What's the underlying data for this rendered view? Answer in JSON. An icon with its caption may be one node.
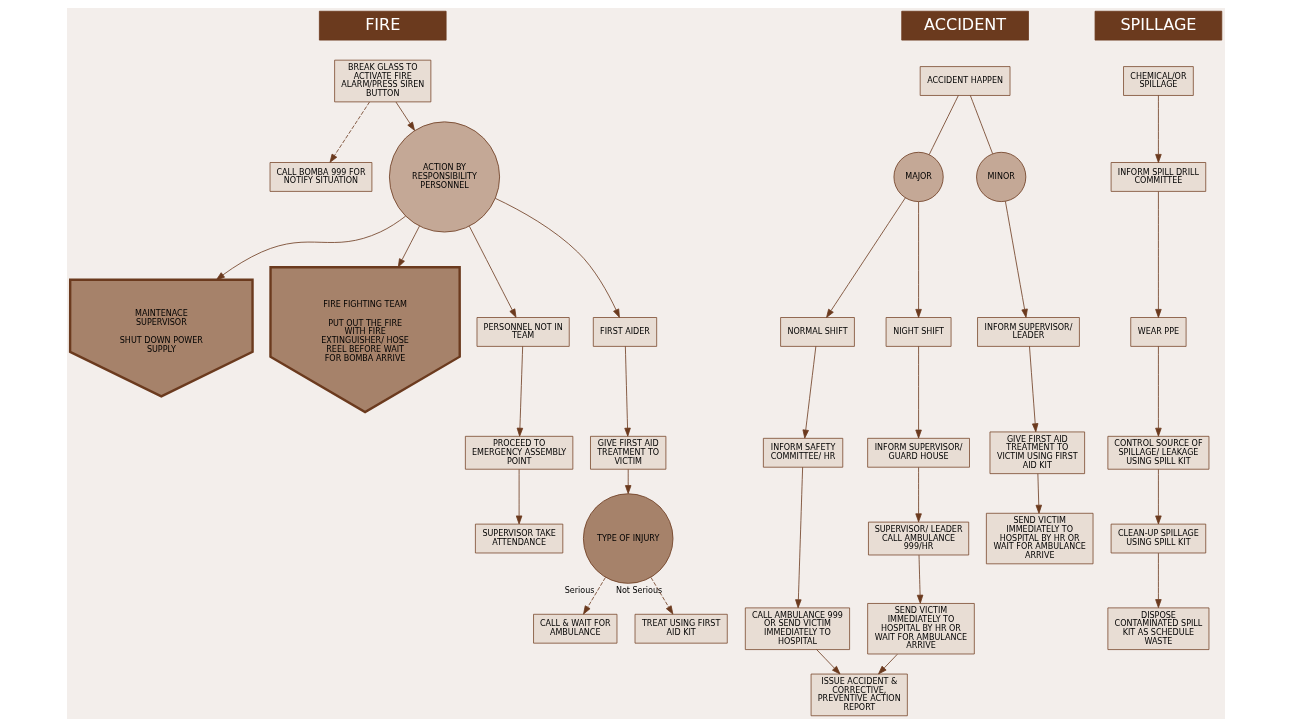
{
  "diagram": {
    "nodes": [
      {
        "text": [
          "FIRE"
        ]
      },
      {
        "text": [
          "BREAK GLASS TO ACTIVATE FIRE ALARM/PRESS SIREN BUTTON"
        ]
      },
      {
        "text": [
          "CALL BOMBA 999 FOR NOTIFY SITUATION"
        ]
      },
      {
        "text": [
          "ACTION BY RESPONSIBILITY PERSONNEL"
        ]
      },
      {
        "text": [
          "MAINTENACE SUPERVISOR",
          "SHUT DOWN POWER SUPPLY"
        ]
      },
      {
        "text": [
          "FIRE FIGHTING TEAM",
          "PUT OUT THE FIRE WITH FIRE EXTINGUISHER/ HOSE REEL BEFORE WAIT FOR BOMBA ARRIVE"
        ]
      },
      {
        "text": [
          "PERSONNEL NOT IN TEAM"
        ]
      },
      {
        "text": [
          "PROCEED TO EMERGENCY ASSEMBLY POINT"
        ]
      },
      {
        "text": [
          "SUPERVISOR TAKE ATTENDANCE"
        ]
      },
      {
        "text": [
          "FIRST AIDER"
        ]
      },
      {
        "text": [
          "GIVE FIRST AID TREATMENT TO VICTIM"
        ]
      },
      {
        "text": [
          "TYPE OF INJURY"
        ]
      },
      {
        "text": [
          "CALL & WAIT FOR AMBULANCE"
        ]
      },
      {
        "text": [
          "TREAT USING FIRST AID KIT"
        ]
      },
      {
        "text": [
          "ACCIDENT"
        ]
      },
      {
        "text": [
          "ACCIDENT HAPPEN"
        ]
      },
      {
        "text": [
          "MAJOR"
        ]
      },
      {
        "text": [
          "MINOR"
        ]
      },
      {
        "text": [
          "NORMAL SHIFT"
        ]
      },
      {
        "text": [
          "NIGHT SHIFT"
        ]
      },
      {
        "text": [
          "INFORM SAFETY COMMITTEE/ HR"
        ]
      },
      {
        "text": [
          "CALL AMBULANCE 999 OR SEND VICTIM IMMEDIATELY TO HOSPITAL"
        ]
      },
      {
        "text": [
          "INFORM SUPERVISOR/ GUARD HOUSE"
        ]
      },
      {
        "text": [
          "SUPERVISOR/ LEADER CALL AMBULANCE 999/HR"
        ]
      },
      {
        "text": [
          "SEND VICTIM IMMEDIATELY TO HOSPITAL BY HR OR WAIT FOR AMBULANCE ARRIVE"
        ]
      },
      {
        "text": [
          "INFORM SUPERVISOR/ LEADER"
        ]
      },
      {
        "text": [
          "GIVE FIRST AID TREATMENT TO VICTIM USING FIRST AID KIT"
        ]
      },
      {
        "text": [
          "SEND VICTIM IMMEDIATELY TO HOSPITAL BY HR OR WAIT FOR AMBULANCE ARRIVE"
        ]
      },
      {
        "text": [
          "ISSUE ACCIDENT & CORRECTIVE, PREVENTIVE ACTION REPORT"
        ]
      },
      {
        "text": [
          "SPILLAGE"
        ]
      },
      {
        "text": [
          "CHEMICAL/OR SPILLAGE"
        ]
      },
      {
        "text": [
          "INFORM SPILL DRILL COMMITTEE"
        ]
      },
      {
        "text": [
          "WEAR PPE"
        ]
      },
      {
        "text": [
          "CONTROL SOURCE OF SPILLAGE/ LEAKAGE USING SPILL KIT"
        ]
      },
      {
        "text": [
          "CLEAN-UP SPILLAGE USING SPILL KIT"
        ]
      },
      {
        "text": [
          "DISPOSE CONTAMINATED SPILL KIT AS SCHEDULE WASTE"
        ]
      }
    ],
    "edges": [
      {
        "from": 1,
        "to": 2,
        "arrow": "to",
        "style": "dashed"
      },
      {
        "from": 1,
        "to": 3,
        "arrow": "to"
      },
      {
        "from": 3,
        "to": 4,
        "arrow": "to"
      },
      {
        "from": 3,
        "to": 5,
        "arrow": "to"
      },
      {
        "from": 3,
        "to": 6,
        "arrow": "to"
      },
      {
        "from": 3,
        "to": 9,
        "arrow": "to"
      },
      {
        "from": 6,
        "to": 7,
        "arrow": "to"
      },
      {
        "from": 7,
        "to": 8,
        "arrow": "to"
      },
      {
        "from": 9,
        "to": 10,
        "arrow": "to"
      },
      {
        "from": 10,
        "to": 11,
        "arrow": "to"
      },
      {
        "from": 11,
        "to": 12,
        "arrow": "to",
        "style": "dashed",
        "label": "Serious"
      },
      {
        "from": 11,
        "to": 13,
        "arrow": "to",
        "style": "dashed",
        "label": "Not Serious"
      },
      {
        "from": 15,
        "to": 16,
        "arrow": "none"
      },
      {
        "from": 15,
        "to": 17,
        "arrow": "none"
      },
      {
        "from": 16,
        "to": 18,
        "arrow": "to"
      },
      {
        "from": 16,
        "to": 19,
        "arrow": "to"
      },
      {
        "from": 17,
        "to": 25,
        "arrow": "to"
      },
      {
        "from": 18,
        "to": 20,
        "arrow": "to"
      },
      {
        "from": 20,
        "to": 21,
        "arrow": "to"
      },
      {
        "from": 19,
        "to": 22,
        "arrow": "to"
      },
      {
        "from": 22,
        "to": 23,
        "arrow": "to"
      },
      {
        "from": 23,
        "to": 24,
        "arrow": "to"
      },
      {
        "from": 25,
        "to": 26,
        "arrow": "to"
      },
      {
        "from": 26,
        "to": 27,
        "arrow": "to"
      },
      {
        "from": 21,
        "to": 28,
        "arrow": "to"
      },
      {
        "from": 24,
        "to": 28,
        "arrow": "to"
      },
      {
        "from": 30,
        "to": 31,
        "arrow": "to"
      },
      {
        "from": 31,
        "to": 32,
        "arrow": "to"
      },
      {
        "from": 32,
        "to": 33,
        "arrow": "to"
      },
      {
        "from": 33,
        "to": 34,
        "arrow": "to"
      },
      {
        "from": 34,
        "to": 35,
        "arrow": "to"
      }
    ]
  }
}
